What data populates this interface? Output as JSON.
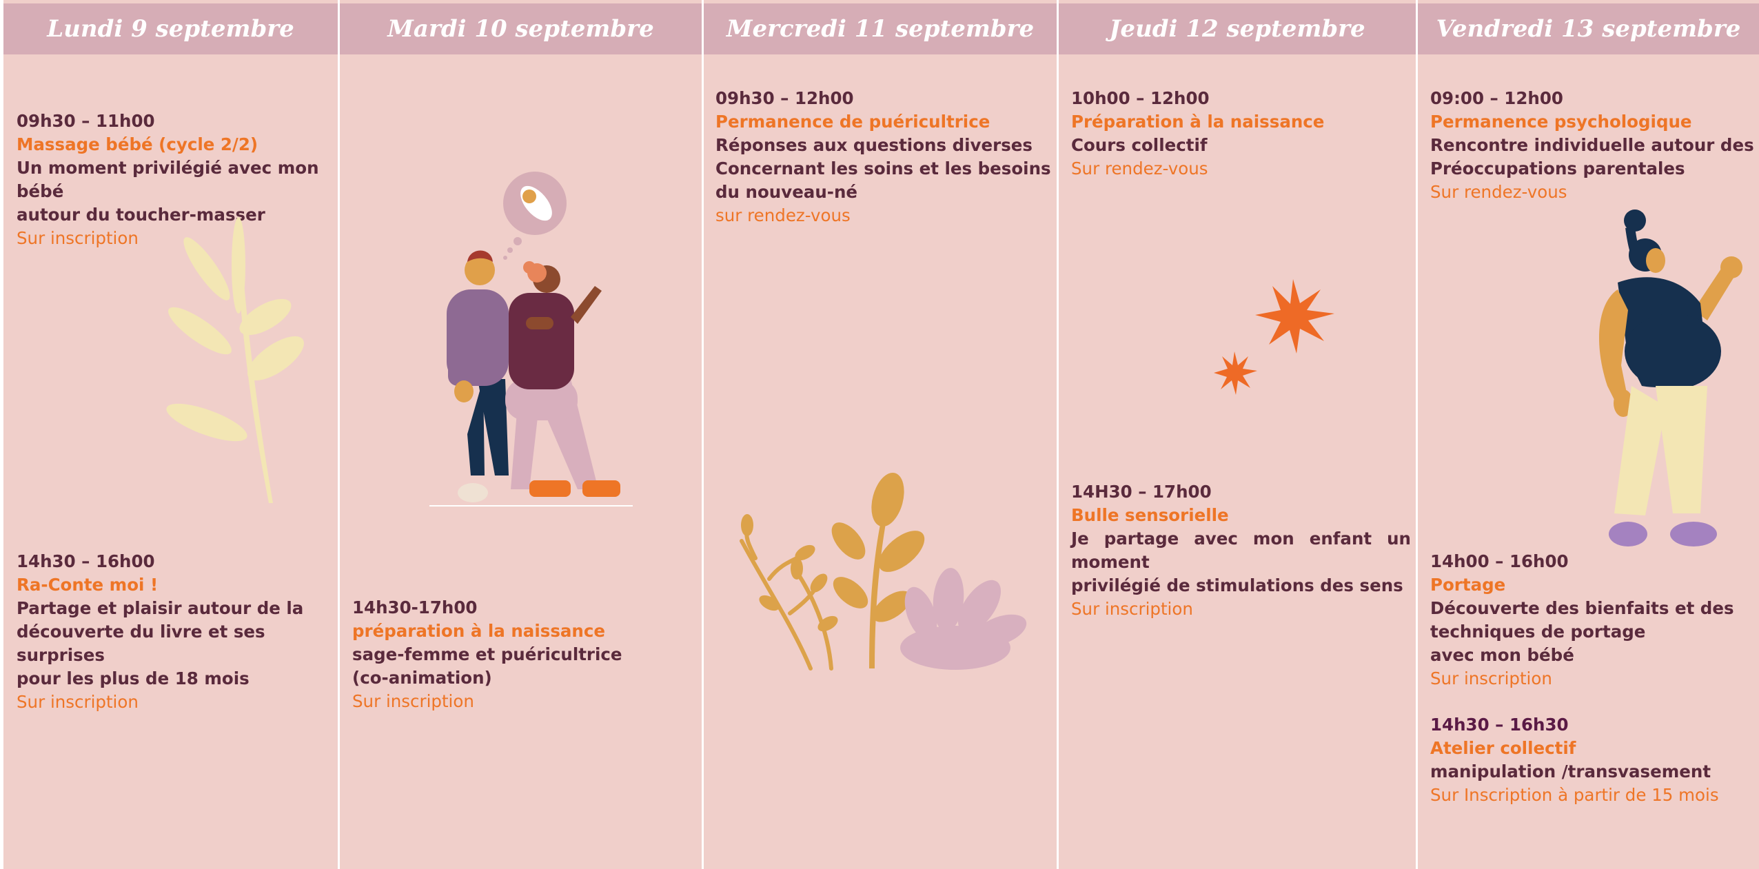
{
  "days": [
    {
      "header": "Lundi 9 septembre",
      "events": [
        {
          "time": "09h30 – 11h00",
          "title": "Massage bébé (cycle 2/2)",
          "lines": [
            "Un moment privilégié avec mon bébé",
            "autour du toucher-masser"
          ],
          "note": "Sur inscription"
        },
        {
          "time": "14h30 – 16h00",
          "title": "Ra-Conte moi !",
          "lines": [
            "Partage et plaisir autour de la",
            "découverte du livre et ses surprises",
            "pour les plus de 18 mois"
          ],
          "note": "Sur inscription"
        }
      ]
    },
    {
      "header": "Mardi 10 septembre",
      "events": [
        {
          "time": "14h30-17h00",
          "title": "préparation à la naissance",
          "lines": [
            "sage-femme et puéricultrice",
            "(co-animation)"
          ],
          "note": "Sur inscription"
        }
      ]
    },
    {
      "header": "Mercredi 11 septembre",
      "events": [
        {
          "time": "09h30 – 12h00",
          "title": "Permanence de puéricultrice",
          "lines": [
            "Réponses aux questions diverses",
            "Concernant les soins et les besoins",
            "du nouveau-né"
          ],
          "note": "sur rendez-vous"
        }
      ]
    },
    {
      "header": "Jeudi 12 septembre",
      "events": [
        {
          "time": "10h00 – 12h00",
          "title": "Préparation à la naissance",
          "lines": [
            "Cours collectif"
          ],
          "note": "Sur rendez-vous"
        },
        {
          "time": "14H30 – 17h00",
          "title": "Bulle sensorielle",
          "lines": [
            "Je partage avec mon enfant un moment",
            "privilégié de stimulations  des sens"
          ],
          "note": "Sur inscription"
        }
      ]
    },
    {
      "header": "Vendredi 13 septembre",
      "events": [
        {
          "time": "09:00 – 12h00",
          "title": "Permanence psychologique",
          "lines": [
            "Rencontre individuelle autour des",
            "Préoccupations parentales"
          ],
          "note": "Sur rendez-vous"
        },
        {
          "time": "14h00 – 16h00",
          "title": "Portage",
          "lines": [
            "Découverte des bienfaits et des",
            "techniques  de portage",
            "avec  mon bébé"
          ],
          "note": "Sur inscription"
        },
        {
          "time": "14h30 – 16h30",
          "title": "Atelier collectif",
          "lines": [
            "manipulation  /transvasement"
          ],
          "note": "Sur Inscription à partir de 15 mois"
        }
      ]
    }
  ],
  "colors": {
    "background": "#f0cfca",
    "header": "#d6adb6",
    "header_text": "#ffffff",
    "dark_text": "#5a2a3c",
    "accent": "#ee7526"
  }
}
